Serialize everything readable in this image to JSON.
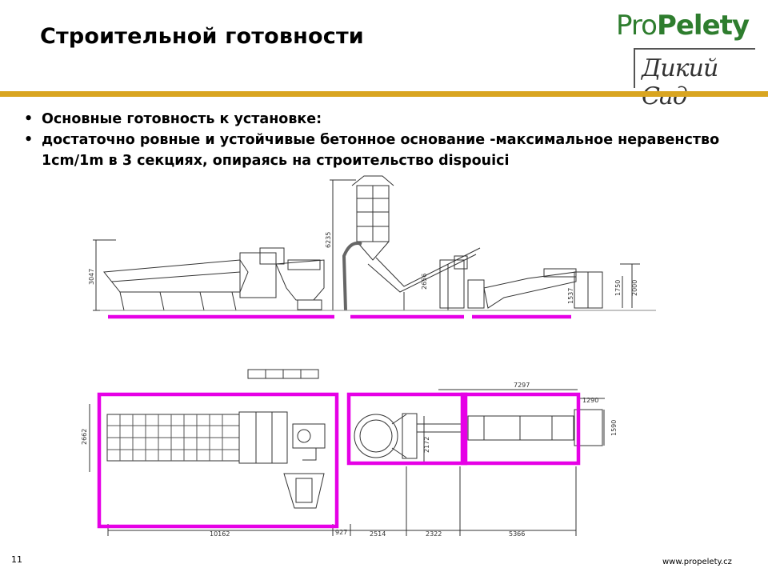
{
  "slide": {
    "title": "Строительной готовности",
    "page_number": "11",
    "website": "www.propelety.cz"
  },
  "logo": {
    "line1_regular": "Pro",
    "line1_bold": "Pelety",
    "line2": "Дикий Сад"
  },
  "bullets": [
    "Основные готовность к установке:",
    "достаточно ровные и устойчивые бетонное основание -максимальное неравенство 1cm/1m в 3 секциях, опираясь на строительство dispouici"
  ],
  "dimensions": {
    "side_height_left": "3047",
    "tower_height": "6235",
    "conveyor_height": "2656",
    "right_height_a": "1537",
    "right_height_b": "1750",
    "right_height_c": "2000",
    "top_width": "7297",
    "right_top": "1290",
    "right_side": "1590",
    "plan_depth": "2662",
    "mid_depth": "2172",
    "bottom_1": "10162",
    "bottom_2": "927",
    "bottom_3": "2514",
    "bottom_4": "2322",
    "bottom_5": "5366"
  },
  "colors": {
    "accent_rule": "#d9a520",
    "highlight": "#e600e6",
    "logo_green": "#2e7d2e"
  }
}
